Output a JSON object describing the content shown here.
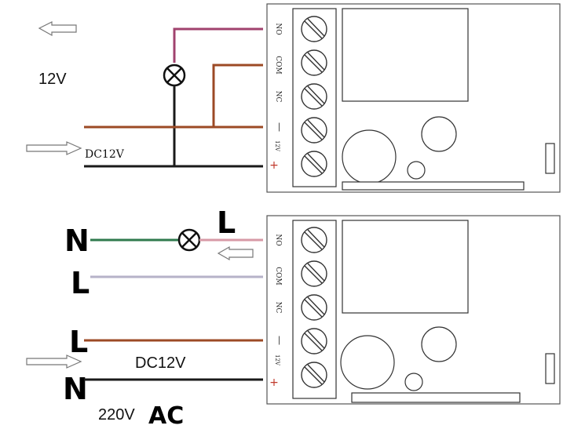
{
  "colors": {
    "wire_no": "#a0426e",
    "wire_brown": "#9c4a25",
    "wire_black": "#1a1a1a",
    "wire_green": "#2f7a4e",
    "wire_lavender": "#b6b2c8",
    "wire_pink": "#d79aa6",
    "board_border": "#555555"
  },
  "top": {
    "supply_label": "12V",
    "input_label": "DC12V",
    "terminals": {
      "no": "NO",
      "com": "COM",
      "nc": "NC",
      "minus": "—",
      "voltage": "12V",
      "plus": "+"
    }
  },
  "bottom": {
    "line_label_lamp": "L",
    "neutral_label_lamp": "N",
    "line_label_com": "L",
    "line_label_dc": "L",
    "neutral_label_dc": "N",
    "input_label": "DC12V",
    "mains_number": "220V",
    "mains_ac": "AC",
    "terminals": {
      "no": "NO",
      "com": "COM",
      "nc": "NC",
      "minus": "—",
      "voltage": "12V",
      "plus": "+"
    }
  }
}
